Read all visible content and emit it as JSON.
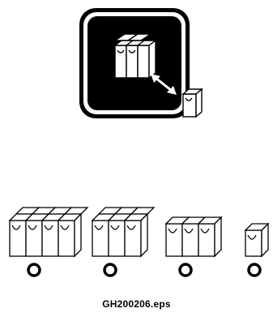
{
  "figure": {
    "caption": "GH200206.eps",
    "colors": {
      "ink": "#000000",
      "paper": "#ffffff"
    },
    "icon": {
      "name": "module-swap-icon",
      "depicts": [
        "module-group",
        "double-arrow",
        "single-module"
      ]
    },
    "groups": [
      {
        "modules": 8,
        "rows": 2,
        "marker": "circle"
      },
      {
        "modules": 6,
        "rows": 2,
        "marker": "circle"
      },
      {
        "modules": 3,
        "rows": 1,
        "marker": "circle"
      },
      {
        "modules": 1,
        "rows": 1,
        "marker": "circle"
      }
    ]
  }
}
